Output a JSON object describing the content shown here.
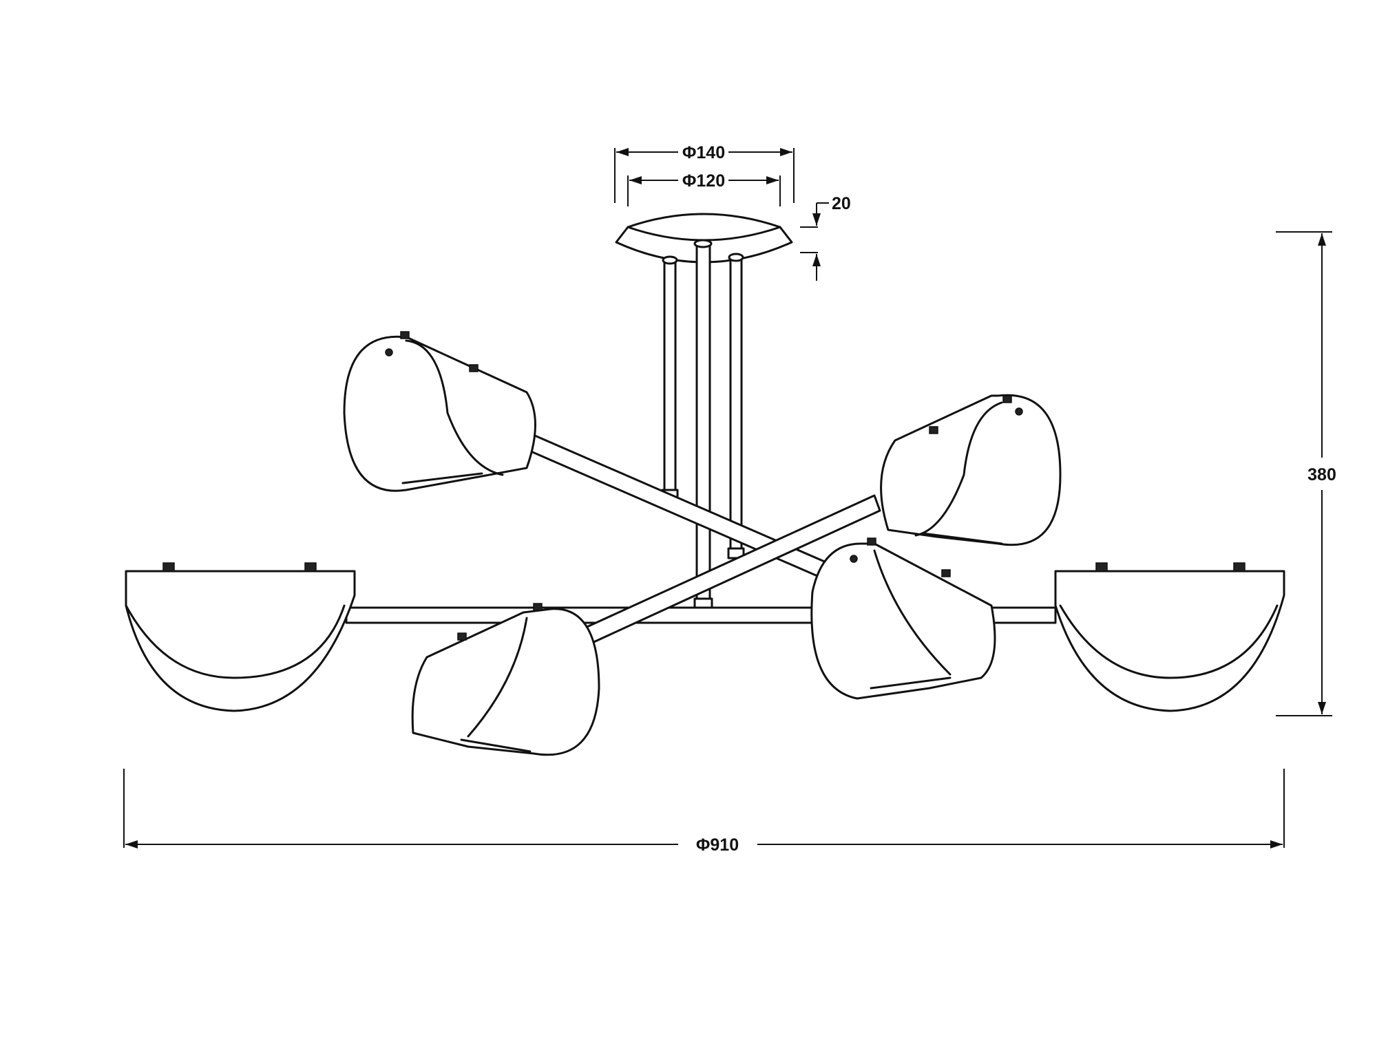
{
  "dimensions": {
    "canopy_outer_diameter": "Φ140",
    "canopy_inner_diameter": "Φ120",
    "canopy_height": "20",
    "total_height": "380",
    "total_diameter": "Φ910"
  },
  "colors": {
    "line": "#111111",
    "background": "#ffffff"
  }
}
